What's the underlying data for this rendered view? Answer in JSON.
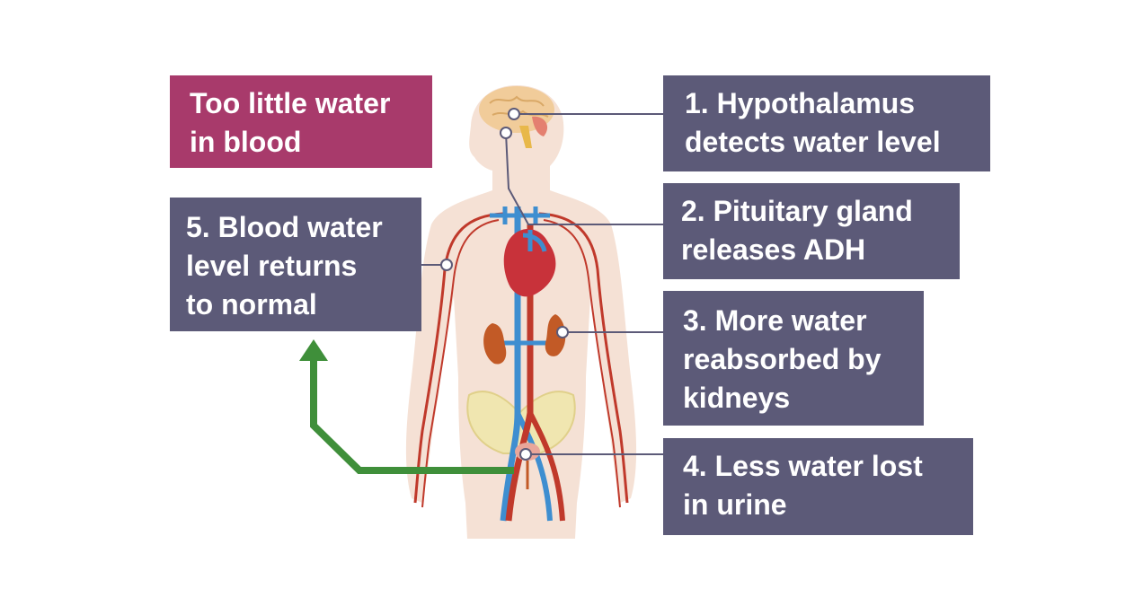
{
  "title": "Too little water\nin blood",
  "steps": [
    {
      "number": 1,
      "text": "1. Hypothalamus\ndetects water level",
      "organ": "brain"
    },
    {
      "number": 2,
      "text": "2. Pituitary gland\nreleases ADH",
      "organ": "pituitary"
    },
    {
      "number": 3,
      "text": "3. More water\nreabsorbed by\nkidneys",
      "organ": "kidneys"
    },
    {
      "number": 4,
      "text": "4. Less water lost\nin urine",
      "organ": "bladder"
    },
    {
      "number": 5,
      "text": "5. Blood water\nlevel returns\nto normal",
      "organ": "blood vessels"
    }
  ],
  "colors": {
    "label_box": "#5c5a78",
    "title_box": "#a83a6b",
    "body": "#f5e1d5",
    "artery": "#c0392b",
    "vein": "#3e8ed0",
    "kidney": "#c25a26",
    "heart": "#c8323a",
    "brain": "#f1cc9a",
    "pelvis": "#f0e6b0",
    "arrow": "#3f8f3a",
    "connector": "#5c5a78"
  }
}
